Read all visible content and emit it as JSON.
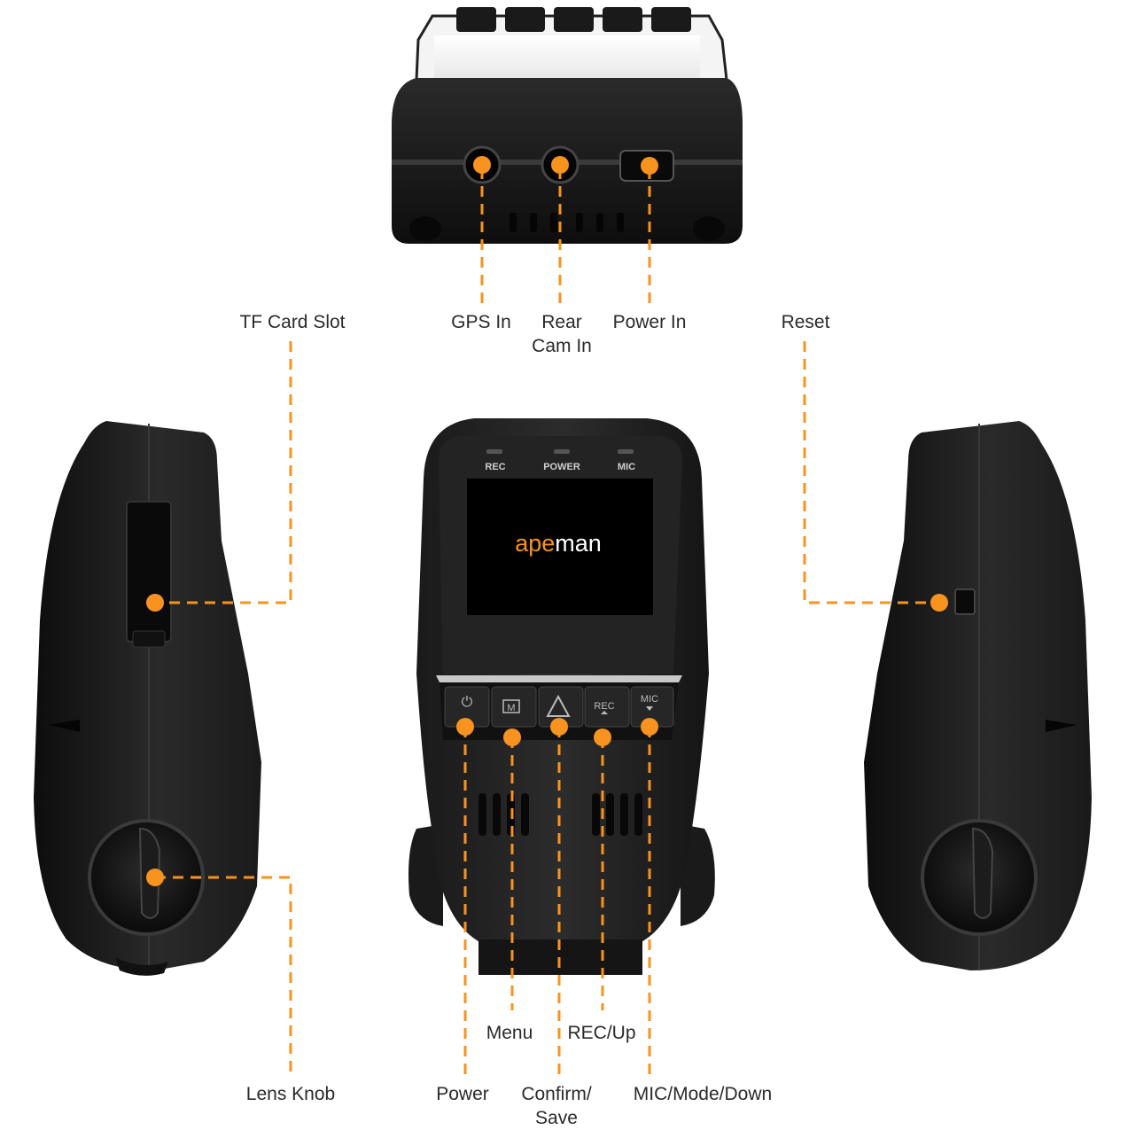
{
  "brand": {
    "logo_prefix": "ape",
    "logo_suffix": "man",
    "accent_color": "#f7931e",
    "logo_accent_color": "#f7931e"
  },
  "device": {
    "indicators": {
      "rec": "REC",
      "power": "POWER",
      "mic": "MIC"
    },
    "buttons": {
      "power_icon": "power-icon",
      "menu_glyph": "M",
      "confirm_icon": "triangle-icon",
      "rec_glyph": "REC",
      "mic_glyph": "MIC"
    }
  },
  "callouts": {
    "tf_card_slot": "TF Card Slot",
    "gps_in": "GPS In",
    "rear_cam_in_line1": "Rear",
    "rear_cam_in_line2": "Cam In",
    "power_in": "Power In",
    "reset": "Reset",
    "lens_knob": "Lens Knob",
    "menu": "Menu",
    "rec_up": "REC/Up",
    "power": "Power",
    "confirm_line1": "Confirm/",
    "confirm_line2": "Save",
    "mic_mode_down": "MIC/Mode/Down"
  }
}
